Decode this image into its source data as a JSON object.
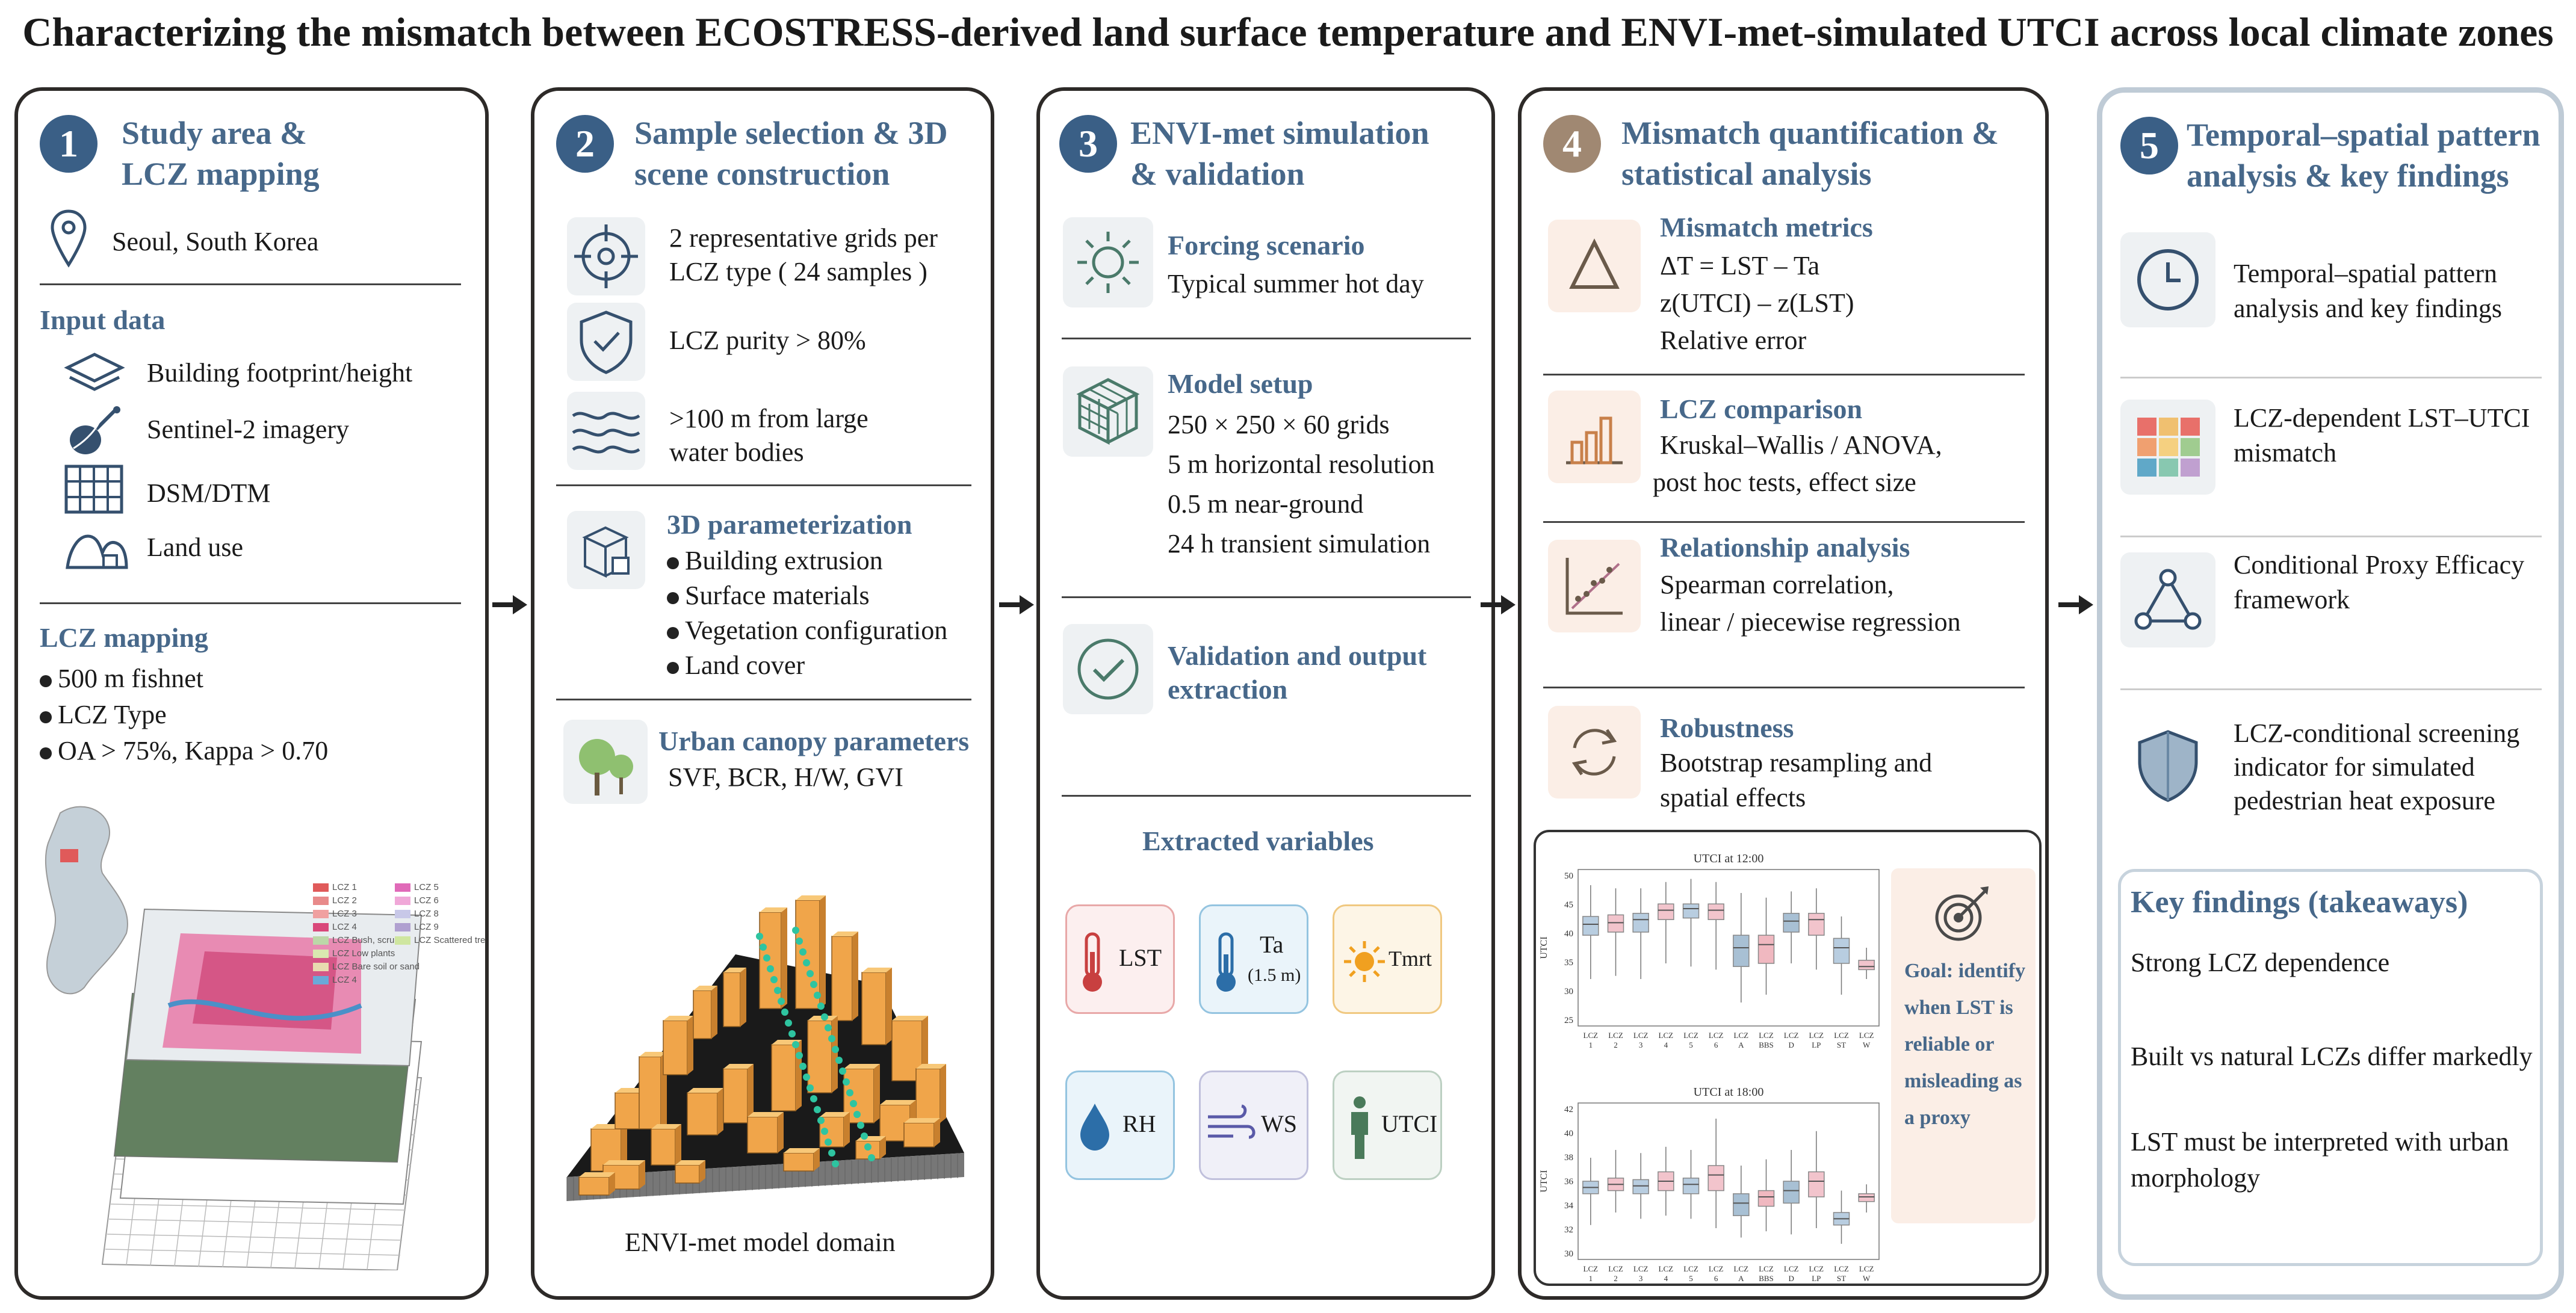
{
  "title": "Characterizing the mismatch between ECOSTRESS-derived land surface temperature and ENVI-met-simulated UTCI across local climate zones",
  "panel1": {
    "number": "1",
    "title1": "Study area &",
    "title2": "LCZ mapping",
    "location": "Seoul, South Korea",
    "input_heading": "Input data",
    "inputs": [
      "Building footprint/height",
      "Sentinel-2 imagery",
      "DSM/DTM",
      "Land use"
    ],
    "lcz_heading": "LCZ mapping",
    "lcz_items": [
      "500 m fishnet",
      "LCZ Type",
      "OA > 75%, Kappa > 0.70"
    ],
    "legend": [
      {
        "label": "LCZ 1",
        "color": "#e05a5a"
      },
      {
        "label": "LCZ 2",
        "color": "#e88a8a"
      },
      {
        "label": "LCZ 3",
        "color": "#f0a0a0"
      },
      {
        "label": "LCZ 4",
        "color": "#d9487a"
      },
      {
        "label": "LCZ Bush, scrub",
        "color": "#bcd7a8"
      },
      {
        "label": "LCZ Low plants",
        "color": "#d9e8b0"
      },
      {
        "label": "LCZ Bare soil or sand",
        "color": "#e8dcb0"
      },
      {
        "label": "LCZ 4",
        "color": "#6aa9d8"
      },
      {
        "label": "LCZ 5",
        "color": "#e06ab8"
      },
      {
        "label": "LCZ 6",
        "color": "#f0a8d8"
      },
      {
        "label": "LCZ 8",
        "color": "#c8c8e8"
      },
      {
        "label": "LCZ 9",
        "color": "#b0a0d0"
      },
      {
        "label": "LCZ Scattered trees",
        "color": "#cfe6a0"
      }
    ]
  },
  "panel2": {
    "number": "2",
    "title1": "Sample selection & 3D",
    "title2": "scene construction",
    "items": [
      {
        "l1": "2 representative grids per",
        "l2": "LCZ type ( 24 samples )"
      },
      {
        "l1": "LCZ purity > 80%",
        "l2": ""
      },
      {
        "l1": ">100 m from large",
        "l2": "water bodies"
      }
    ],
    "param_heading": "3D parameterization",
    "params": [
      "Building extrusion",
      "Surface materials",
      "Vegetation configuration",
      "Land cover"
    ],
    "canopy_heading": "Urban canopy parameters",
    "canopy_text": "SVF, BCR, H/W, GVI",
    "domain_caption": "ENVI-met model domain"
  },
  "panel3": {
    "number": "3",
    "title1": "ENVI-met simulation",
    "title2": "& validation",
    "forcing_heading": "Forcing scenario",
    "forcing_text": "Typical summer hot day",
    "setup_heading": "Model setup",
    "setup_items": [
      "250 × 250 × 60 grids",
      "5 m horizontal resolution",
      "0.5 m near-ground",
      "24 h transient simulation"
    ],
    "valid_heading1": "Validation and output",
    "valid_heading2": "extraction",
    "vars_heading": "Extracted variables",
    "vars": [
      {
        "label": "LST",
        "sub": ""
      },
      {
        "label": "Ta",
        "sub": "(1.5 m)"
      },
      {
        "label": "Tmrt",
        "sub": ""
      },
      {
        "label": "RH",
        "sub": ""
      },
      {
        "label": "WS",
        "sub": ""
      },
      {
        "label": "UTCI",
        "sub": ""
      }
    ]
  },
  "panel4": {
    "number": "4",
    "title1": "Mismatch quantification &",
    "title2": "statistical analysis",
    "metrics_heading": "Mismatch metrics",
    "metrics": [
      "ΔT = LST – Ta",
      "z(UTCI) – z(LST)",
      "Relative error"
    ],
    "lcz_heading": "LCZ comparison",
    "lcz_l1": "Kruskal–Wallis / ANOVA,",
    "lcz_l2": "post hoc tests, effect size",
    "rel_heading": "Relationship analysis",
    "rel_l1": "Spearman correlation,",
    "rel_l2": "linear / piecewise regression",
    "rob_heading": "Robustness",
    "rob_l1": "Bootstrap resampling and",
    "rob_l2": "spatial effects",
    "goal": "Goal: identify when LST is reliable or misleading as a proxy",
    "box_noon": {
      "title": "UTCI at 12:00",
      "yticks": [
        "50",
        "45",
        "40",
        "35",
        "30",
        "25"
      ]
    },
    "box_eve": {
      "title": "UTCI at 18:00",
      "yticks": [
        "42",
        "40",
        "38",
        "36",
        "34",
        "32",
        "30"
      ]
    },
    "ylabel": "UTCI",
    "categories": [
      "LCZ 1",
      "LCZ 2",
      "LCZ 3",
      "LCZ 4",
      "LCZ 5",
      "LCZ 6",
      "LCZ A",
      "LCZ BBS",
      "LCZ D",
      "LCZ LP",
      "LCZ ST",
      "LCZ W"
    ]
  },
  "panel5": {
    "number": "5",
    "title1": "Temporal–spatial pattern",
    "title2": "analysis & key findings",
    "items": [
      {
        "l1": "Temporal–spatial pattern",
        "l2": "analysis and key findings",
        "l3": ""
      },
      {
        "l1": "LCZ-dependent LST–UTCI",
        "l2": "mismatch",
        "l3": ""
      },
      {
        "l1": "Conditional Proxy Efficacy",
        "l2": "framework",
        "l3": ""
      },
      {
        "l1": "LCZ-conditional screening",
        "l2": "indicator for simulated",
        "l3": "pedestrian heat exposure"
      }
    ],
    "kf_heading": "Key findings (takeaways)",
    "findings": [
      {
        "l1": "Strong LCZ dependence",
        "l2": ""
      },
      {
        "l1": "Built vs natural LCZs differ markedly",
        "l2": ""
      },
      {
        "l1": "LST must be interpreted with urban",
        "l2": "morphology"
      }
    ]
  },
  "colors": {
    "accent": "#47688a",
    "number_bg": "#3a5f86",
    "number_tan": "#a08872",
    "building": "#f0a54a",
    "tree": "#2ec4a0"
  }
}
